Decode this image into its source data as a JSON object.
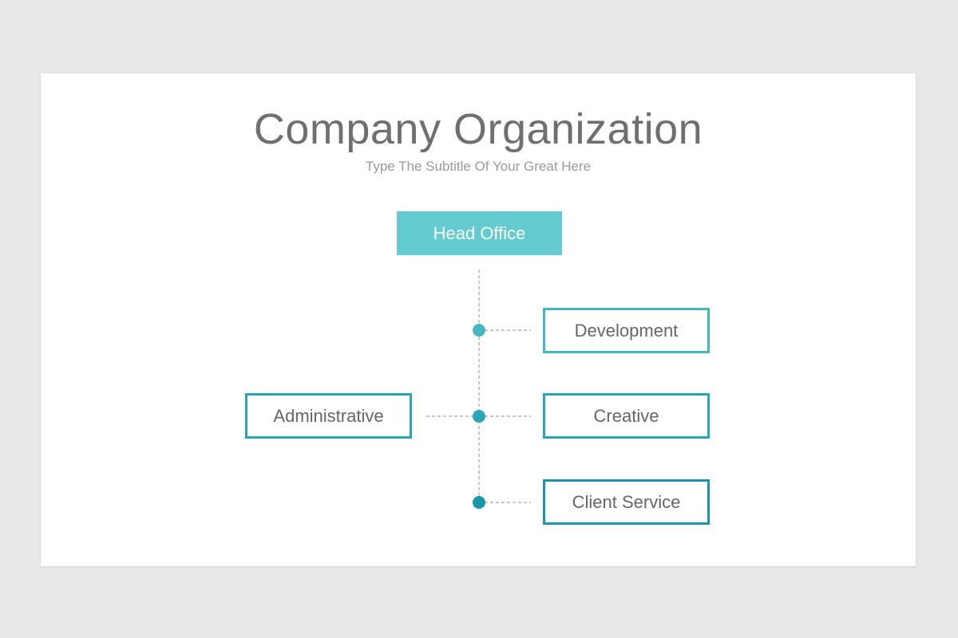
{
  "slide": {
    "title": "Company Organization",
    "subtitle": "Type The Subtitle Of Your Great Here"
  },
  "org_chart": {
    "head": {
      "label": "Head Office",
      "color": "#64cbd1"
    },
    "branches": [
      {
        "label": "Development",
        "side": "right",
        "color": "#45b6c2"
      },
      {
        "label": "Administrative",
        "side": "left",
        "color": "#2aa5b6"
      },
      {
        "label": "Creative",
        "side": "right",
        "color": "#2aa5b6"
      },
      {
        "label": "Client Service",
        "side": "right",
        "color": "#1a96ab"
      }
    ],
    "connector_color": "#b5b5b5",
    "node_dot_colors": [
      "#45b6c2",
      "#2aa5b6",
      "#1a96ab"
    ]
  }
}
